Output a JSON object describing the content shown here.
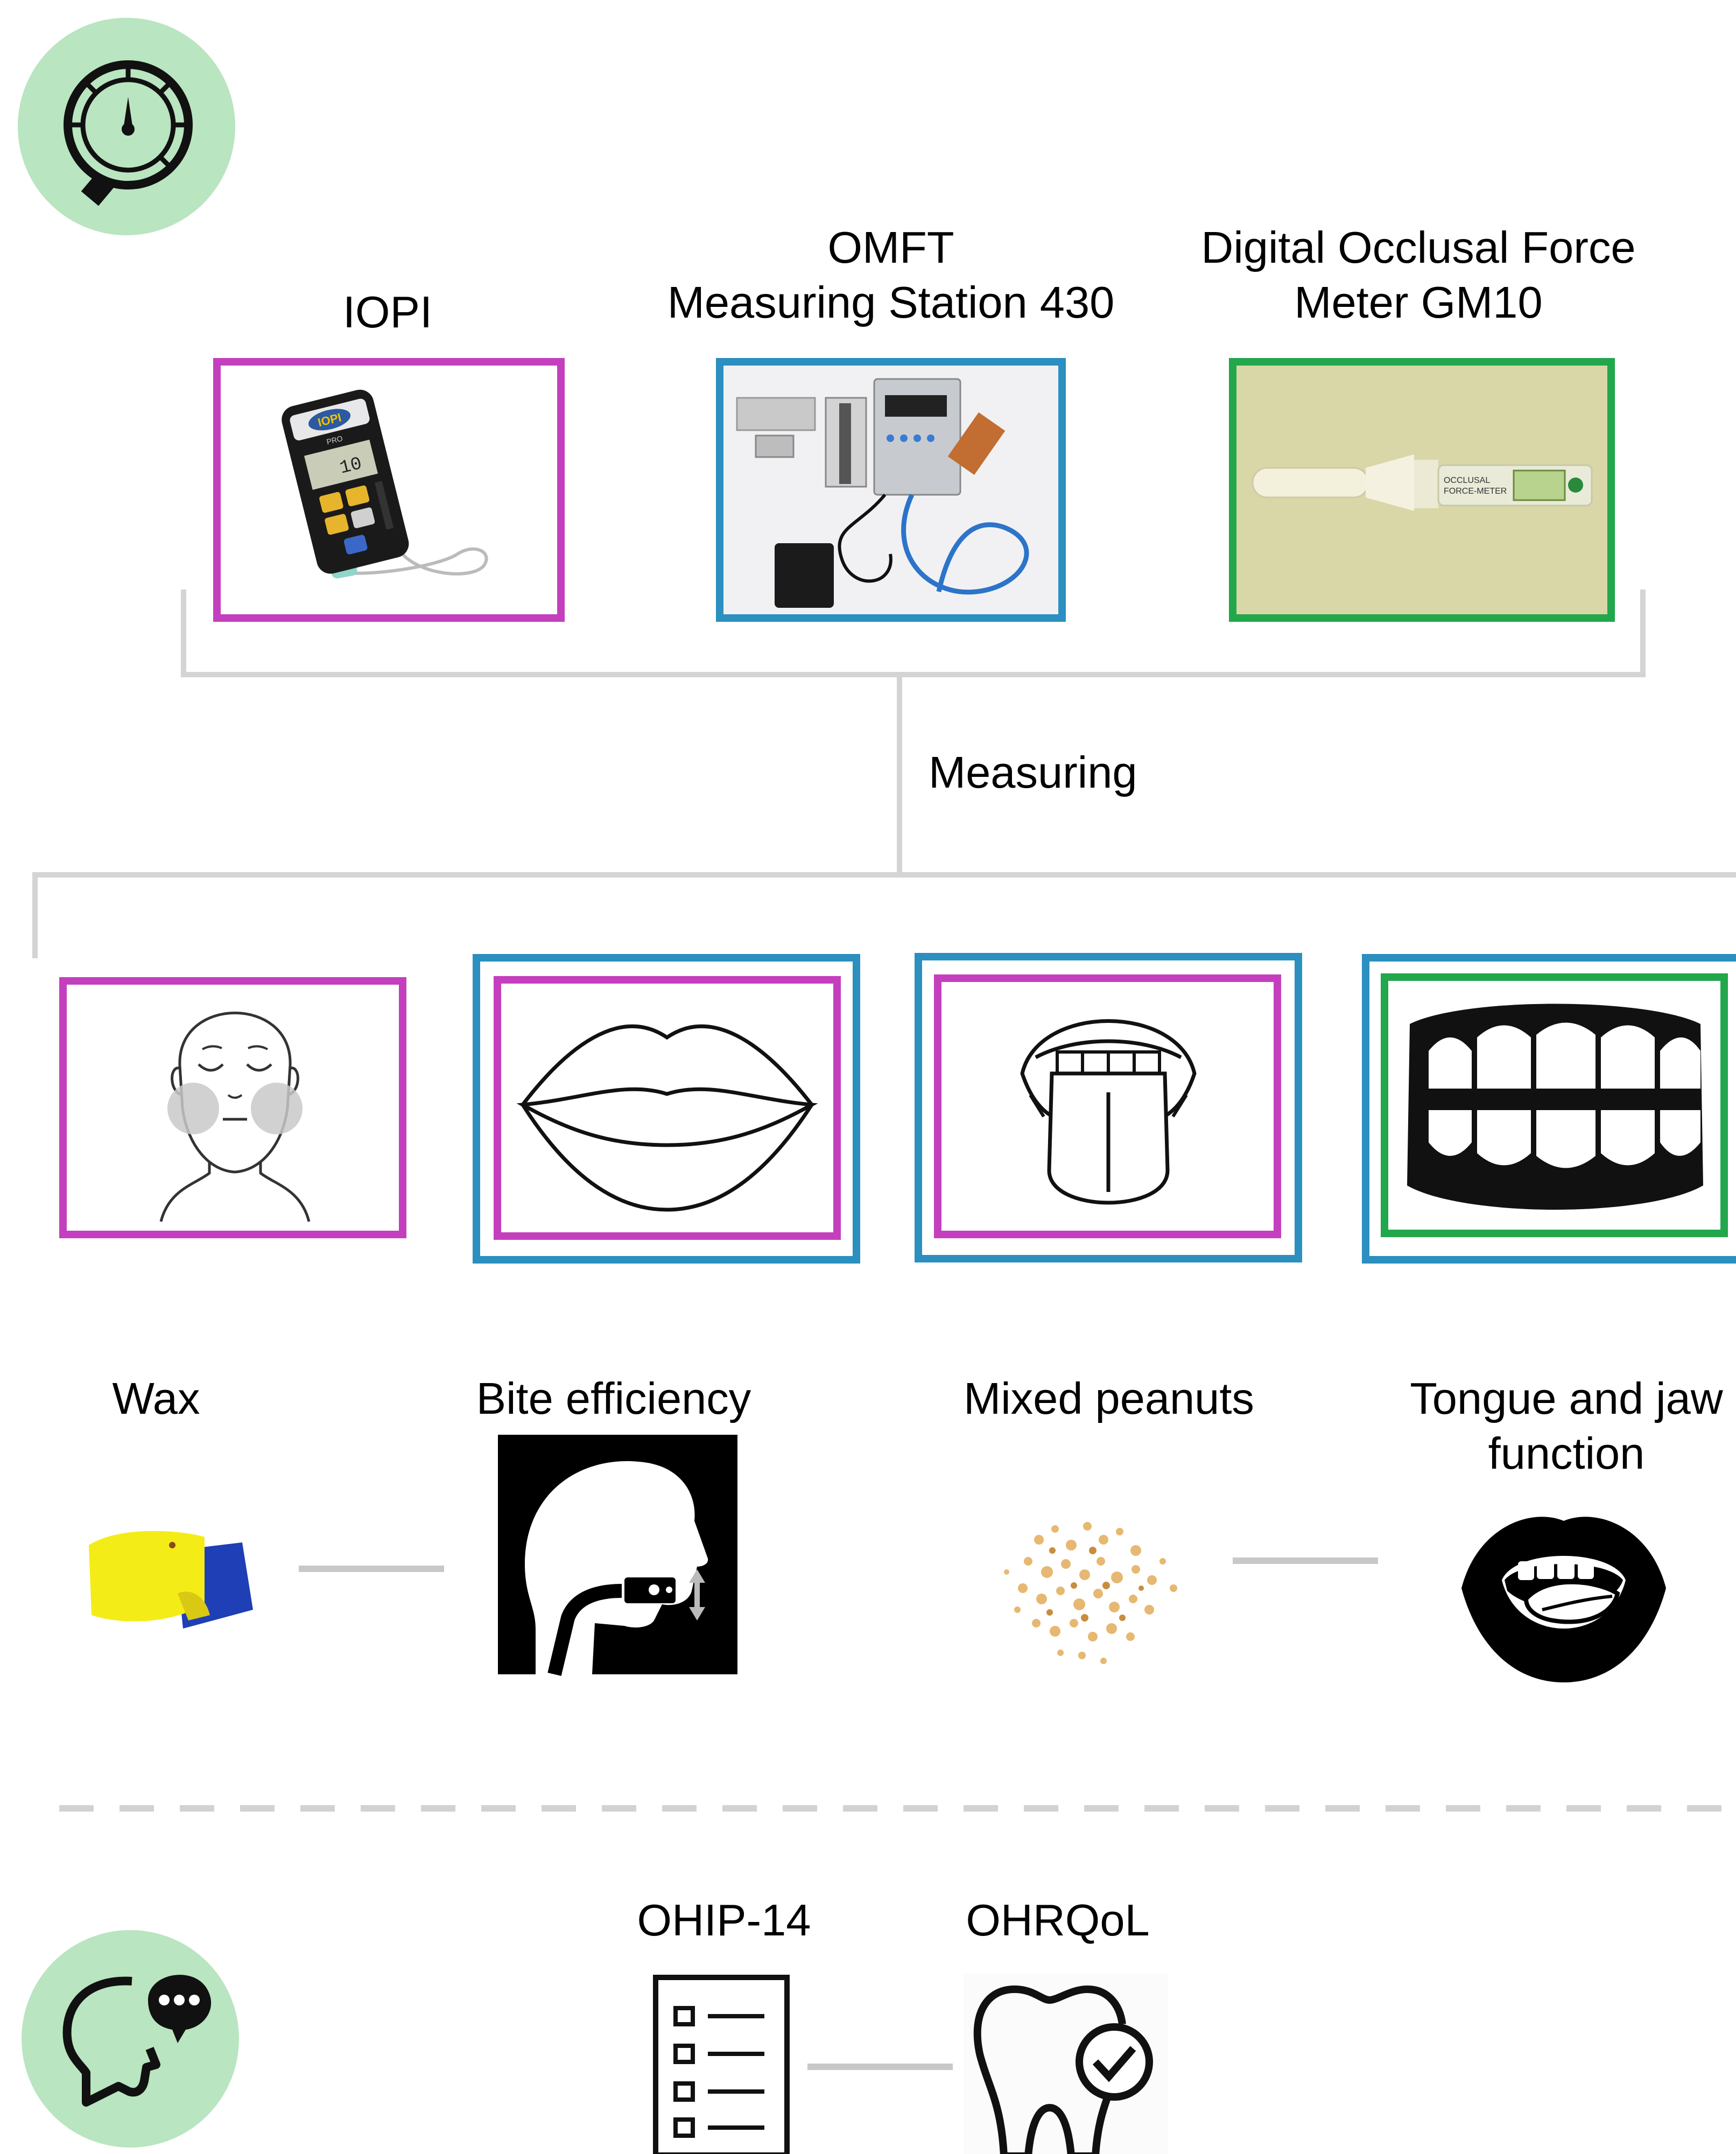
{
  "devices": [
    {
      "label": "IOPI",
      "color": "#c43fbd",
      "photo_text": [
        "IOPI",
        "PRO",
        "10"
      ]
    },
    {
      "label_lines": [
        "OMFT",
        "Measuring Station 430"
      ],
      "color": "#2b8fc0"
    },
    {
      "label_lines": [
        "Digital Occlusal Force",
        "Meter GM10"
      ],
      "color": "#22a74c",
      "photo_text": [
        "OCCLUSAL",
        "FORCE-METER"
      ]
    }
  ],
  "center_label": "Measuring",
  "tests": [
    {
      "label": "Wax"
    },
    {
      "label": "Bite efficiency"
    },
    {
      "label": "Mixed peanuts"
    },
    {
      "label_lines": [
        "Tongue and jaw",
        "function"
      ]
    }
  ],
  "questionnaires": [
    {
      "label": "OHIP-14"
    },
    {
      "label": "OHRQoL"
    }
  ],
  "icons": [
    "gauge-magnifier-icon",
    "face-cheeks-icon",
    "lips-icon",
    "tongue-icon",
    "teeth-icon",
    "head-bite-icon",
    "mouth-tongue-icon",
    "checklist-icon",
    "tooth-check-icon",
    "head-speech-icon"
  ],
  "colors": {
    "magenta": "#c43fbd",
    "blue": "#2b8fc0",
    "green": "#22a74c",
    "circle_fill": "#b9e5c0"
  }
}
